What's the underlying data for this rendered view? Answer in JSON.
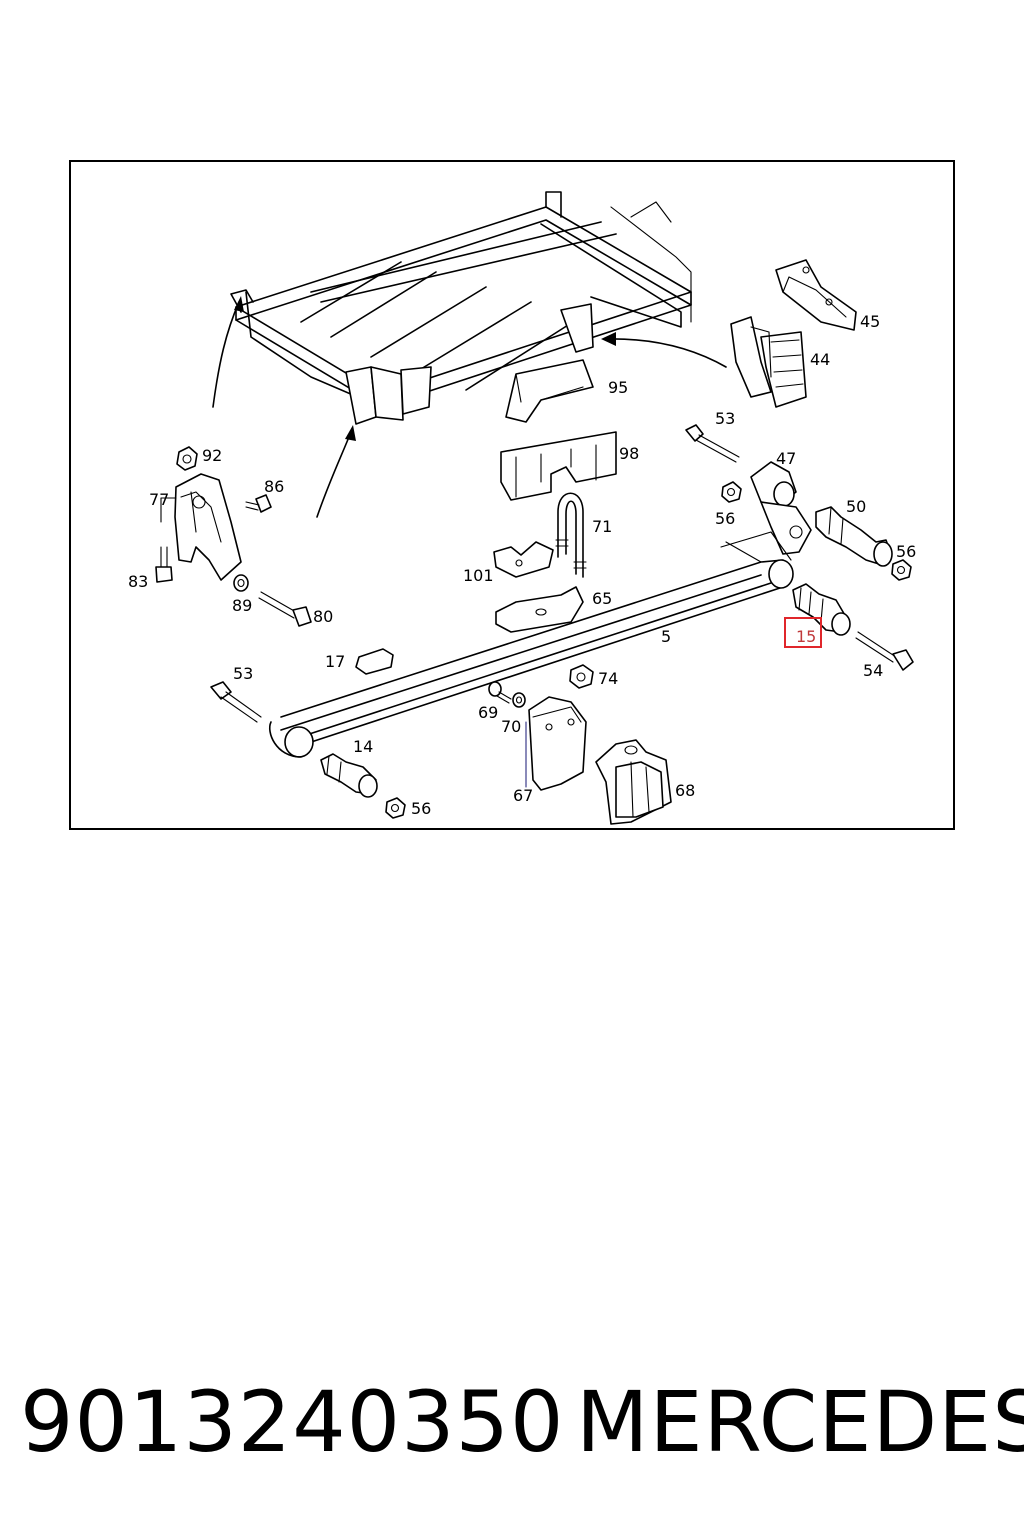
{
  "diagram": {
    "labels": {
      "l45": "45",
      "l44": "44",
      "l95": "95",
      "l53a": "53",
      "l98": "98",
      "l47": "47",
      "l92": "92",
      "l77": "77",
      "l86": "86",
      "l71": "71",
      "l50": "50",
      "l56a": "56",
      "l56b": "56",
      "l83": "83",
      "l101": "101",
      "l89": "89",
      "l80": "80",
      "l65": "65",
      "l15": "15",
      "l5": "5",
      "l17": "17",
      "l53b": "53",
      "l74": "74",
      "l54": "54",
      "l69": "69",
      "l70": "70",
      "l14": "14",
      "l56c": "56",
      "l67": "67",
      "l68": "68"
    },
    "highlighted_part": "15",
    "highlight_color": "#e0262b"
  },
  "footer": {
    "part_number": "9013240350",
    "brand": "MERCEDES"
  }
}
